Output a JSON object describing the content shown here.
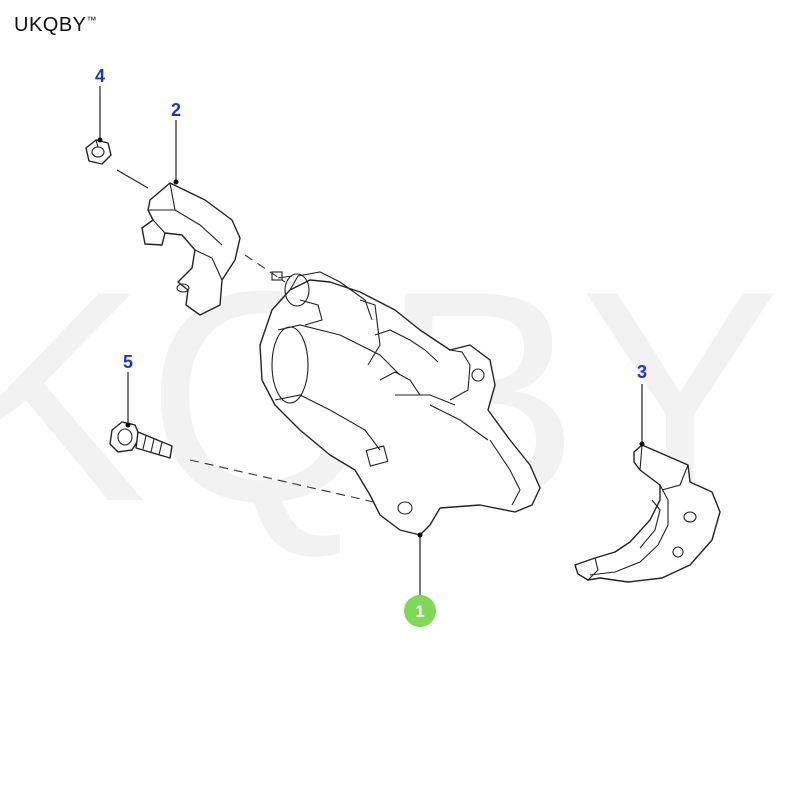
{
  "brand": {
    "name": "UKQBY",
    "trademark": "™"
  },
  "watermark": {
    "text": "UKQBY™",
    "color": "#f2f2f2"
  },
  "callouts": [
    {
      "id": "1",
      "label": "1",
      "part": "starter-motor",
      "style": "highlighted",
      "color": "#7ed957"
    },
    {
      "id": "2",
      "label": "2",
      "part": "upper-bracket",
      "style": "plain",
      "color": "#1a35d6"
    },
    {
      "id": "3",
      "label": "3",
      "part": "heat-shield",
      "style": "plain",
      "color": "#1a35d6"
    },
    {
      "id": "4",
      "label": "4",
      "part": "nut",
      "style": "plain",
      "color": "#1a35d6"
    },
    {
      "id": "5",
      "label": "5",
      "part": "bolt",
      "style": "plain",
      "color": "#1a35d6"
    }
  ]
}
